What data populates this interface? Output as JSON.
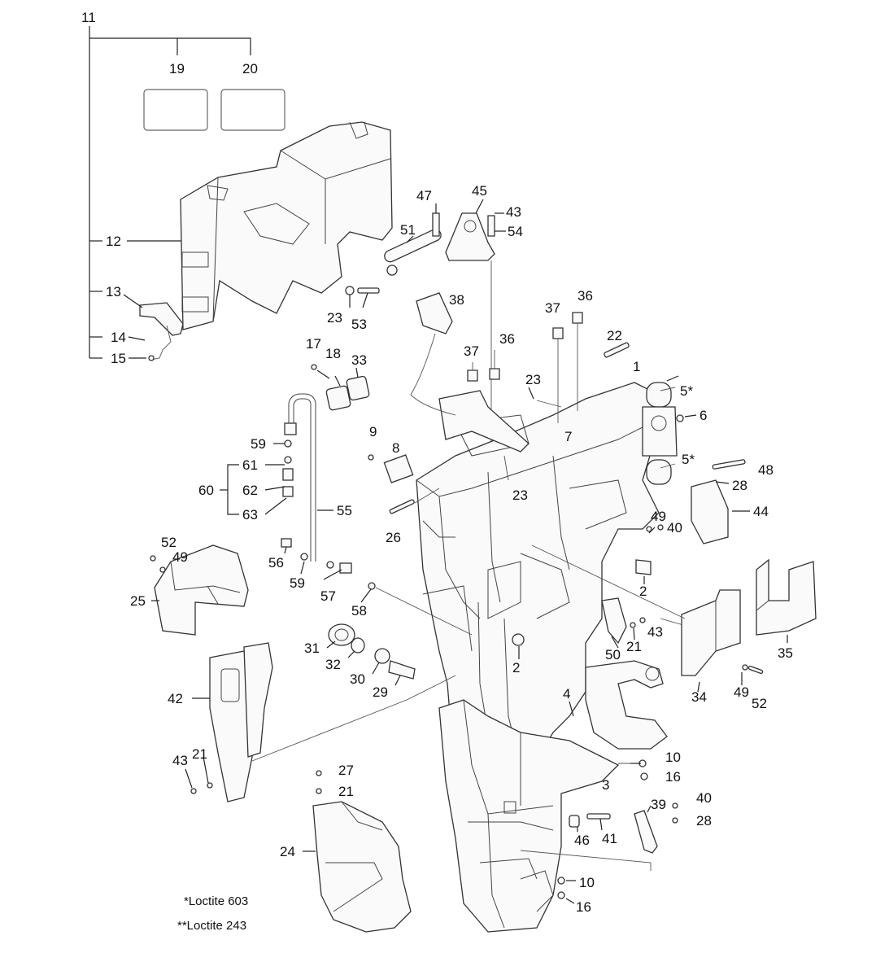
{
  "callouts": {
    "c11": "11",
    "c12": "12",
    "c13": "13",
    "c14": "14",
    "c15": "15",
    "c19": "19",
    "c20": "20",
    "c47": "47",
    "c45": "45",
    "c43a": "43",
    "c54": "54",
    "c51": "51",
    "c23a": "23",
    "c53": "53",
    "c38": "38",
    "c37a": "37",
    "c36a": "36",
    "c37b": "37",
    "c36b": "36",
    "c22": "22",
    "c1": "1",
    "c5a": "5*",
    "c6": "6",
    "c5b": "5*",
    "c17": "17",
    "c18": "18",
    "c33": "33",
    "c23b": "23",
    "c23c": "23",
    "c7": "7",
    "c9": "9",
    "c8": "8",
    "c59a": "59",
    "c61": "61",
    "c60": "60",
    "c62": "62",
    "c63": "63",
    "c55": "55",
    "c26": "26",
    "c48": "48",
    "c28a": "28",
    "c44": "44",
    "c49a": "49",
    "c40a": "40",
    "c52a": "52",
    "c49b": "49",
    "c25": "25",
    "c56": "56",
    "c59b": "59",
    "c57": "57",
    "c58": "58",
    "c2a": "2",
    "c31": "31",
    "c32": "32",
    "c30": "30",
    "c29": "29",
    "c2b": "2",
    "c43b": "43",
    "c50": "50",
    "c21a": "21",
    "c35": "35",
    "c34": "34",
    "c49c": "49",
    "c52b": "52",
    "c42": "42",
    "c4": "4",
    "c10a": "10",
    "c16a": "16",
    "c3": "3",
    "c43c": "43",
    "c21b": "21",
    "c27": "27",
    "c21c": "21",
    "c40b": "40",
    "c39": "39",
    "c28b": "28",
    "c46": "46",
    "c41": "41",
    "c24": "24",
    "c10b": "10",
    "c16b": "16"
  },
  "notes": {
    "loctite603": "*Loctite 603",
    "loctite243": "**Loctite 243"
  }
}
